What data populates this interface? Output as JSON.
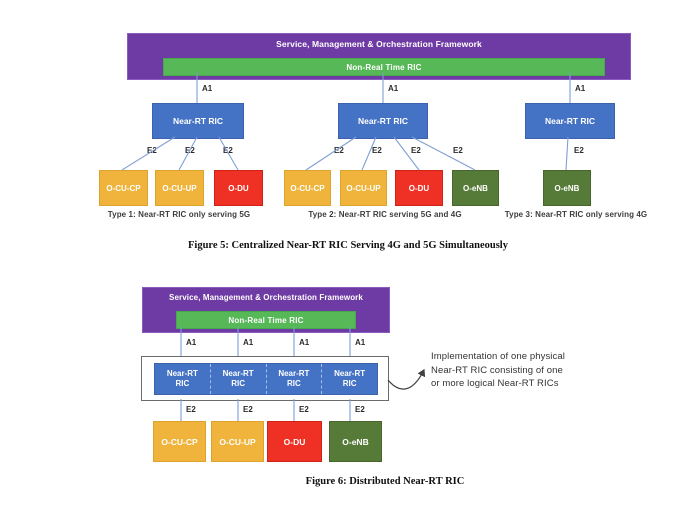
{
  "labels": {
    "a1": "A1",
    "e2": "E2"
  },
  "colors": {
    "smo_purple": "#6E3AA3",
    "non_rt_green": "#57B857",
    "near_rt_blue": "#4472C4",
    "ocu_yellow": "#F0B43C",
    "odu_red": "#EE3124",
    "oenb_green": "#567A37",
    "connector_blue": "#7F9FD4"
  },
  "figure5": {
    "smo_title": "Service, Management & Orchestration Framework",
    "non_rt_ric": "Non-Real Time RIC",
    "groups": [
      {
        "ric_label": "Near-RT RIC",
        "nodes": [
          {
            "label": "O-CU-CP"
          },
          {
            "label": "O-CU-UP"
          },
          {
            "label": "O-DU"
          }
        ],
        "type_caption": "Type 1: Near-RT RIC only serving 5G"
      },
      {
        "ric_label": "Near-RT RIC",
        "nodes": [
          {
            "label": "O-CU-CP"
          },
          {
            "label": "O-CU-UP"
          },
          {
            "label": "O-DU"
          },
          {
            "label": "O-eNB"
          }
        ],
        "type_caption": "Type 2: Near-RT RIC serving 5G and 4G"
      },
      {
        "ric_label": "Near-RT RIC",
        "nodes": [
          {
            "label": "O-eNB"
          }
        ],
        "type_caption": "Type 3: Near-RT RIC only serving 4G"
      }
    ],
    "caption": "Figure 5: Centralized Near-RT RIC Serving 4G and 5G Simultaneously"
  },
  "figure6": {
    "smo_title": "Service, Management & Orchestration Framework",
    "non_rt_ric": "Non-Real Time RIC",
    "ric_labels": [
      "Near-RT RIC",
      "Near-RT RIC",
      "Near-RT RIC",
      "Near-RT RIC"
    ],
    "nodes": [
      {
        "label": "O-CU-CP"
      },
      {
        "label": "O-CU-UP"
      },
      {
        "label": "O-DU"
      },
      {
        "label": "O-eNB"
      }
    ],
    "annotation": "Implementation of one physical\nNear-RT RIC consisting of one\nor more logical Near-RT RICs",
    "caption": "Figure 6: Distributed Near-RT RIC"
  }
}
